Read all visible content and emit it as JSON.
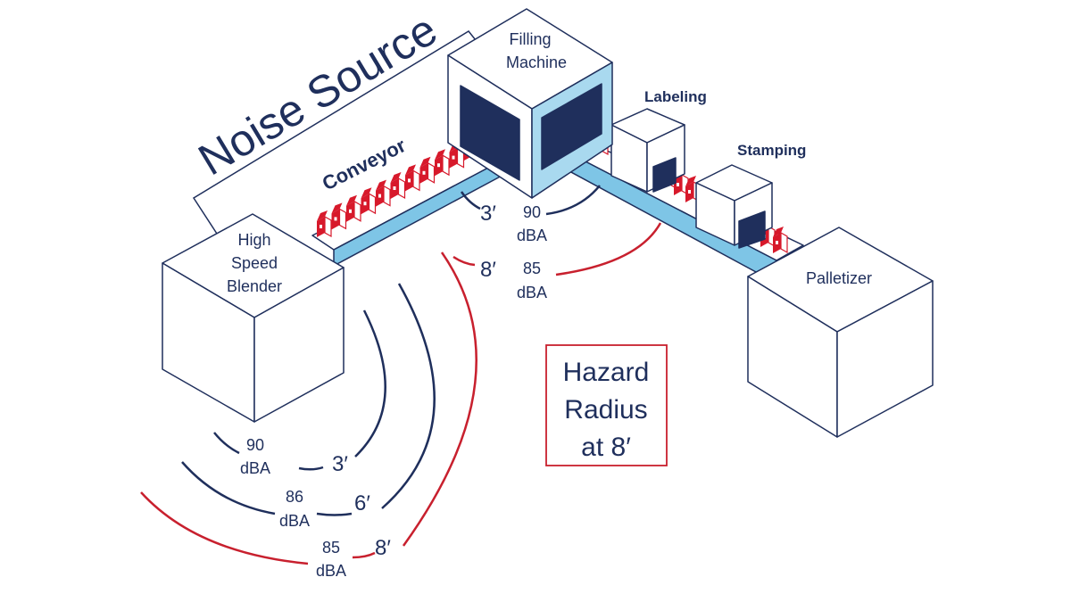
{
  "title": "Noise Source",
  "colors": {
    "navy": "#1f2f5c",
    "red": "#c8202e",
    "belt": "#7ec5e6",
    "panel": "#a9d9ef",
    "product_red": "#d7192b"
  },
  "machines": {
    "filling": {
      "line1": "Filling",
      "line2": "Machine"
    },
    "labeling": "Labeling",
    "stamping": "Stamping",
    "blender": {
      "line1": "High",
      "line2": "Speed",
      "line3": "Blender"
    },
    "palletizer": "Palletizer"
  },
  "conveyor": "Conveyor",
  "filling_zones": [
    {
      "distance": "3′",
      "level": "90",
      "unit": "dBA"
    },
    {
      "distance": "8′",
      "level": "85",
      "unit": "dBA"
    }
  ],
  "blender_zones": [
    {
      "distance": "3′",
      "level": "90",
      "unit": "dBA"
    },
    {
      "distance": "6′",
      "level": "86",
      "unit": "dBA"
    },
    {
      "distance": "8′",
      "level": "85",
      "unit": "dBA"
    }
  ],
  "hazard": {
    "line1": "Hazard",
    "line2": "Radius",
    "line3": "at 8′"
  }
}
